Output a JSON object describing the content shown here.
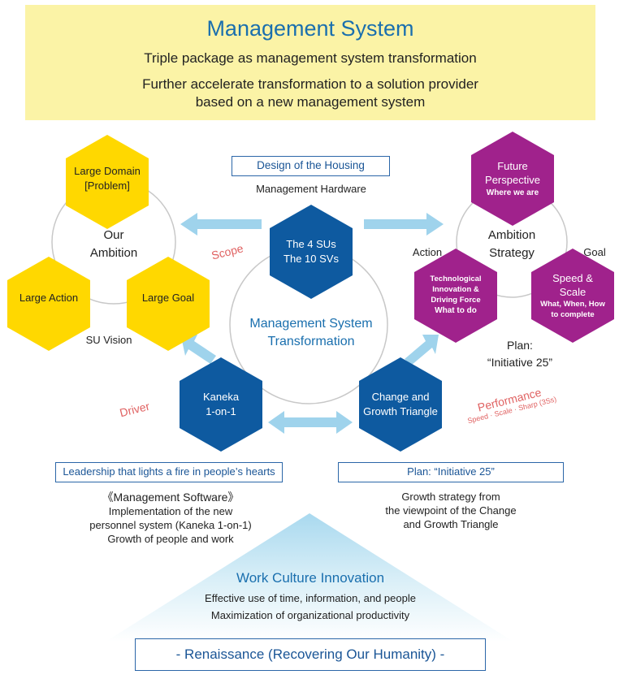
{
  "header": {
    "title": "Management System",
    "subtitle1": "Triple package as management system transformation",
    "subtitle2_line1": "Further accelerate transformation to a solution provider",
    "subtitle2_line2": "based on a new management system"
  },
  "center": {
    "design_box": "Design of the Housing",
    "hardware": "Management Hardware",
    "hex_line1": "The 4 SUs",
    "hex_line2": "The 10 SVs",
    "circle_line1": "Management System",
    "circle_line2": "Transformation"
  },
  "left_group": {
    "circle_line1": "Our",
    "circle_line2": "Ambition",
    "hex_domain_line1": "Large Domain",
    "hex_domain_line2": "[Problem]",
    "hex_action": "Large Action",
    "hex_goal": "Large Goal",
    "su_vision": "SU Vision",
    "scope": "Scope"
  },
  "right_group": {
    "circle_line1": "Ambition",
    "circle_line2": "Strategy",
    "future_line1": "Future",
    "future_line2": "Perspective",
    "future_line3": "Where we are",
    "tech_line1": "Technological",
    "tech_line2": "Innovation &",
    "tech_line3": "Driving Force",
    "tech_line4": "What to do",
    "speed_line1": "Speed &",
    "speed_line2": "Scale",
    "speed_line3": "What, When, How",
    "speed_line4": "to complete",
    "action": "Action",
    "goal": "Goal",
    "plan_line1": "Plan:",
    "plan_line2": "“Initiative 25”"
  },
  "bottom_left": {
    "hex_line1": "Kaneka",
    "hex_line2": "1-on-1",
    "driver": "Driver",
    "box": "Leadership that lights a fire in people’s hearts",
    "software": "《Management Software》",
    "desc1": "Implementation of the new",
    "desc2": "personnel system (Kaneka 1-on-1)",
    "desc3": "Growth of people and work"
  },
  "bottom_right": {
    "hex_line1": "Change and",
    "hex_line2": "Growth Triangle",
    "performance": "Performance",
    "performance_sub": "Speed · Scale · Sharp (3Ss)",
    "box": "Plan: “Initiative 25”",
    "desc1": "Growth strategy from",
    "desc2": "the viewpoint of the Change",
    "desc3": "and Growth Triangle"
  },
  "culture": {
    "title": "Work Culture Innovation",
    "line1": "Effective use of time, information, and people",
    "line2": "Maximization of organizational productivity"
  },
  "footer": {
    "renaissance": "- Renaissance (Recovering Our Humanity) -"
  },
  "colors": {
    "yellow": "#ffd800",
    "blue": "#0e5aa0",
    "purple": "#a0228c",
    "arrow": "#9fd3ec",
    "header_bg": "#fbf3a6",
    "accent_text": "#1a6fae",
    "red_label": "#e06262"
  }
}
